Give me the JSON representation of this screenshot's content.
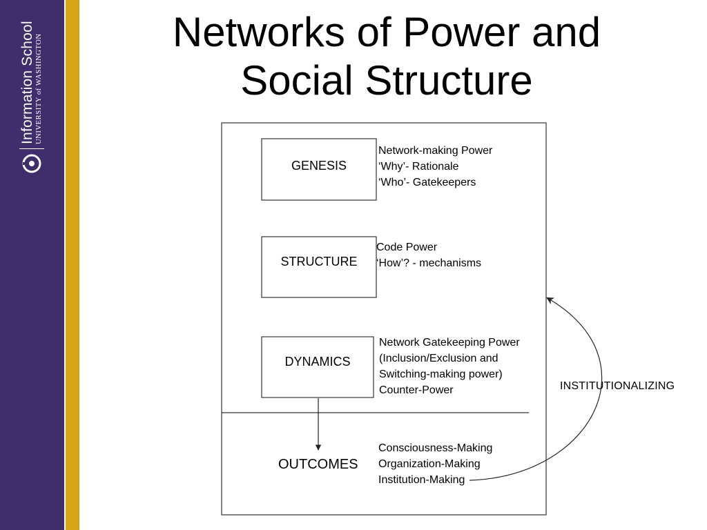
{
  "slide": {
    "title_line1": "Networks of Power and",
    "title_line2": "Social Structure"
  },
  "branding": {
    "school": "Information School",
    "university": "UNIVERSITY of WASHINGTON",
    "sidebar_color": "#3f2e6b",
    "accent_color": "#d6a319"
  },
  "diagram": {
    "boxes": [
      {
        "label": "GENESIS",
        "lines": [
          "Network-making Power",
          "‘Why’- Rationale",
          "‘Who’- Gatekeepers"
        ]
      },
      {
        "label": "STRUCTURE",
        "lines": [
          "Code Power",
          "‘How’? - mechanisms"
        ]
      },
      {
        "label": "DYNAMICS",
        "lines": [
          "Network Gatekeeping Power",
          "(Inclusion/Exclusion and",
          "Switching-making power)",
          "Counter-Power"
        ]
      }
    ],
    "outcomes": {
      "label": "OUTCOMES",
      "lines": [
        "Consciousness-Making",
        "Organization-Making",
        "Institution-Making"
      ]
    },
    "feedback_label": "INSTITUTIONALIZING"
  }
}
